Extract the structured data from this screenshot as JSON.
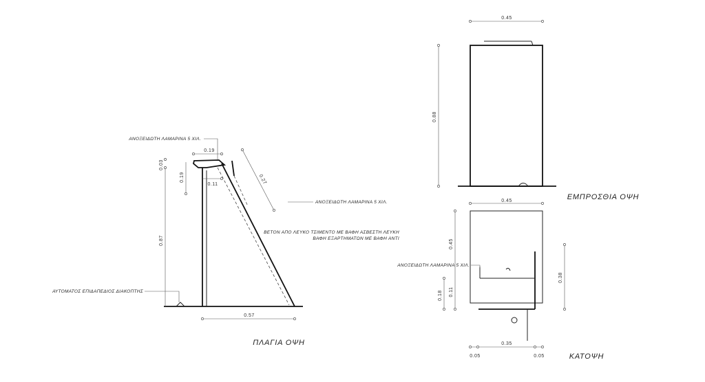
{
  "side_view": {
    "title": "ΠΛΑΓΙΑ ΟΨΗ",
    "dim_width_total": "0.57",
    "dim_top_width": "0.19",
    "dim_top_thickness": "0.03",
    "dim_vertical_small": "0.19",
    "dim_inner": "0.11",
    "dim_height": "0.87",
    "dim_diagonal": "0.27",
    "note_bolts": "ΑΝΟΞΕΙΔΩΤΗ ΛΑΜΑΡΙΝΑ 5 ΧΙΛ.",
    "note_plate": "ΑΝΟΞΕΙΔΩΤΗ ΛΑΜΑΡΙΝΑ 5 ΧΙΛ.",
    "note_concrete_line1": "ΒΕΤΟΝ ΑΠΟ ΛΕΥΚΟ ΤΣΙΜΕΝΤΟ ΜΕ ΒΑΦΗ ΑΣΒΕΣΤΗ ΛΕΥΚΗ",
    "note_concrete_line2": "ΒΑΦΗ ΕΞΑΡΤΗΜΑΤΩΝ ΜΕ ΒΑΦΗ ΑΝΤΙ",
    "note_switch": "ΑΥΤΟΜΑΤΟΣ ΕΠΙΔΑΠΕΔΙΟΣ ΔΙΑΚΟΠΤΗΣ"
  },
  "front_view": {
    "title": "ΕΜΠΡΟΣΘΙΑ ΟΨΗ",
    "dim_width": "0.45",
    "dim_height": "0.88"
  },
  "plan_view": {
    "title": "ΚΑΤΟΨΗ",
    "dim_width": "0.45",
    "dim_depth": "0.45",
    "dim_right": "0.38",
    "dim_left_a": "0.18",
    "dim_left_b": "0.11",
    "dim_bottom": "0.35",
    "dim_bottom_left": "0.05",
    "dim_bottom_right": "0.05",
    "note_plate": "ΑΝΟΞΕΙΔΩΤΗ ΛΑΜΑΡΙΝΑ 5 ΧΙΛ."
  }
}
